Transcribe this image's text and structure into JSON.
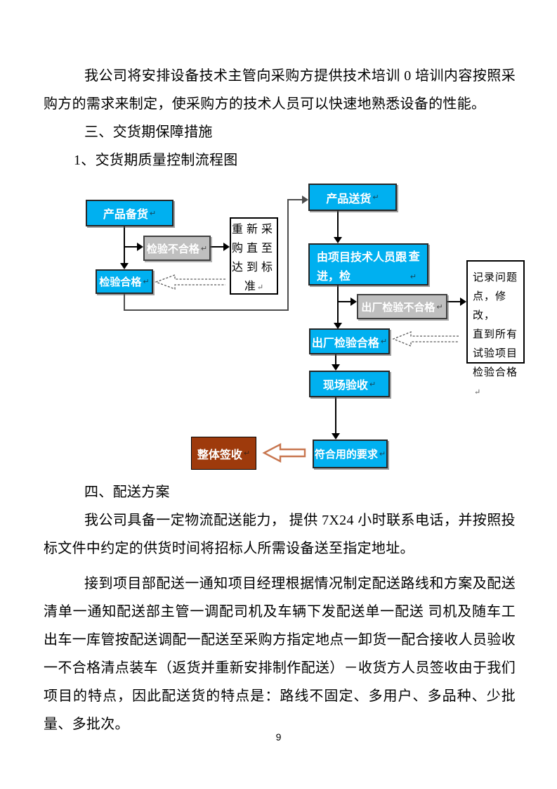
{
  "document": {
    "paragraphs": {
      "intro": "我公司将安排设备技术主管向采购方提供技术培训 0 培训内容按照采购方的需求来制定，使采购方的技术人员可以快速地熟悉设备的性能。",
      "section3_heading": "三、交货期保障措施",
      "section3_item1": "1、交货期质量控制流程图",
      "section4_heading": "四、配送方案",
      "delivery_capability": "我公司具备一定物流配送能力， 提供 7X24 小时联系电话，并按照投标文件中约定的供货时间将招标人所需设备送至指定地址。",
      "delivery_process": "接到项目部配送一通知项目经理根据情况制定配送路线和方案及配送清单一通知配送部主管一调配司机及车辆下发配送单一配送 司机及随车工出车一库管按配送调配一配送至采购方指定地点一卸货一配合接收人员验收一不合格清点装车（返货并重新安排制作配送）－收货方人员签收由于我们项目的特点，因此配送货的特点是：路线不固定、多用户、多品种、少批量、多批次。"
    },
    "page_number": "9"
  },
  "flowchart": {
    "title_reference": "交货期质量控制流程图",
    "paragraph_mark": "↵",
    "nodes": {
      "product_stock": {
        "label": "产品备货"
      },
      "inspect_fail": {
        "label": "检验不合格"
      },
      "repurchase": {
        "label": "重新采购直至达到标准",
        "lines": [
          "重新采",
          "购直至",
          "达到标",
          "准"
        ]
      },
      "inspect_pass": {
        "label": "检验合格"
      },
      "product_delivery": {
        "label": "产品送货"
      },
      "tech_follow_up": {
        "label": "由项目技术人员跟进，检查",
        "lines": [
          "由项目技术人员跟进，检",
          "查"
        ]
      },
      "factory_inspect_fail": {
        "label": "出厂检验不合格"
      },
      "record_issues": {
        "label": "记录问题点，修改，直到所有试验项目检验合格",
        "lines": [
          "记录问题",
          "点，修改，",
          "直到所有",
          "试验项目",
          "检验合格"
        ]
      },
      "factory_inspect_pass": {
        "label": "出厂检验合格"
      },
      "site_acceptance": {
        "label": "现场验收"
      },
      "meet_requirements": {
        "label": "符合用的要求"
      },
      "overall_sign_off": {
        "label": "整体签收"
      }
    },
    "colors": {
      "process_box": "#00b0f0",
      "fail_box": "#bfbfbf",
      "note_box": "#ffffff",
      "sign_box": "#9e3a0c",
      "connector": "#000000",
      "return_path": "#4d4d4d",
      "block_arrow_outline": "#c8764f"
    }
  }
}
